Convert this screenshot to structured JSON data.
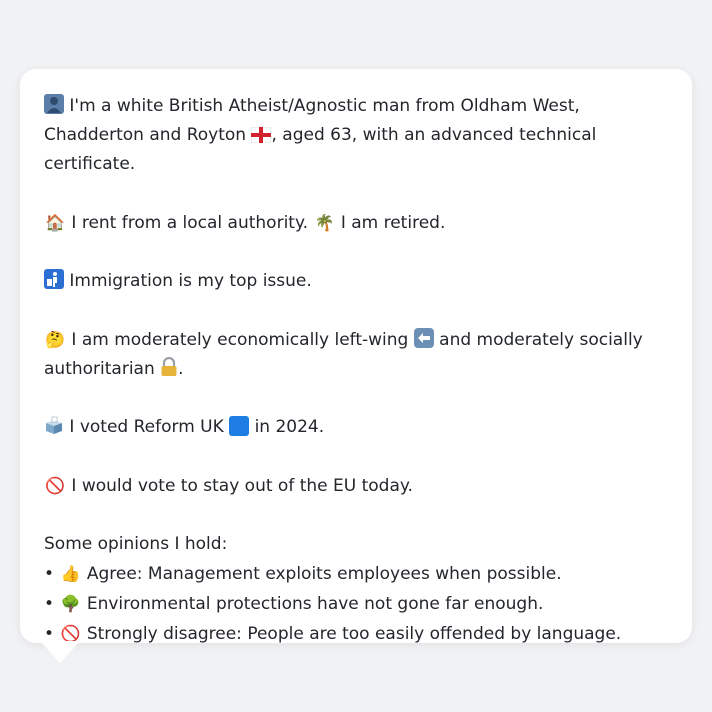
{
  "profile": {
    "intro_text": "I'm a white British Atheist/Agnostic man from Oldham West, Chadderton and Royton",
    "intro_text_2": ", aged 63, with an advanced technical certificate.",
    "housing_text": "I rent from a local authority.",
    "employment_text": "I am retired.",
    "top_issue_text": "Immigration is my top issue.",
    "ideology_text_1": "I am moderately economically left-wing",
    "ideology_text_2": "and moderately socially authoritarian",
    "ideology_end": ".",
    "vote_text_1": "I voted Reform UK",
    "vote_text_2": "in 2024.",
    "eu_text": "I would vote to stay out of the EU today.",
    "opinions_title": "Some opinions I hold:",
    "opinions": [
      {
        "bullet": "•",
        "text": "Agree: Management exploits employees when possible."
      },
      {
        "bullet": "•",
        "text": "Environmental protections have not gone far enough."
      },
      {
        "bullet": "•",
        "text": "Strongly disagree: People are too easily offended by language."
      }
    ]
  },
  "icons": {
    "person": "person-silhouette-icon",
    "england_flag": "england-flag-icon",
    "house": "house-icon",
    "palm": "palm-tree-icon",
    "immigration": "passport-control-icon",
    "thinking": "thinking-face-icon",
    "left_arrow": "left-arrow-icon",
    "lock": "lock-icon",
    "ballot": "ballot-box-icon",
    "blue_square": "blue-square-icon",
    "no_entry": "prohibited-icon",
    "thumbs_up": "thumbs-up-icon",
    "tree": "deciduous-tree-icon"
  },
  "colors": {
    "background": "#f1f2f4",
    "bubble": "#ffffff",
    "text": "#23262b",
    "reform_blue": "#1d7de3"
  }
}
